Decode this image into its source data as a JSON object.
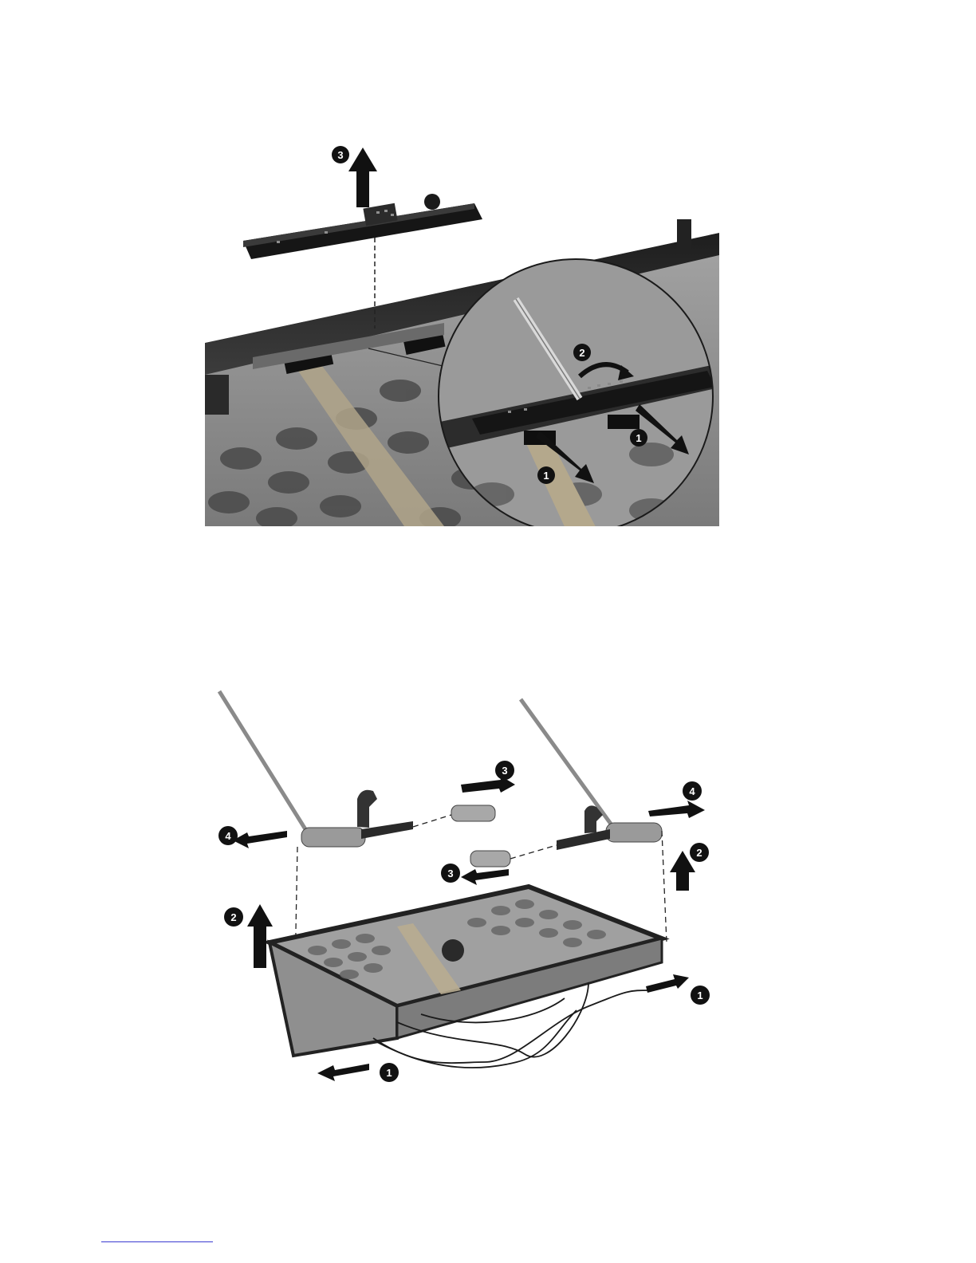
{
  "figures": [
    {
      "id": "webcam-module-removal",
      "callouts": [
        "1",
        "1",
        "2",
        "3"
      ]
    },
    {
      "id": "display-hinge-removal",
      "callouts": [
        "1",
        "1",
        "2",
        "2",
        "3",
        "3",
        "4",
        "4"
      ]
    }
  ],
  "colors": {
    "photo_dark": "#2a2a2a",
    "photo_mid": "#8c8c8c",
    "photo_light": "#bdbdbd",
    "callout_bg": "#111111",
    "arrow": "#111111",
    "footer_rule": "#3a3ad0"
  }
}
